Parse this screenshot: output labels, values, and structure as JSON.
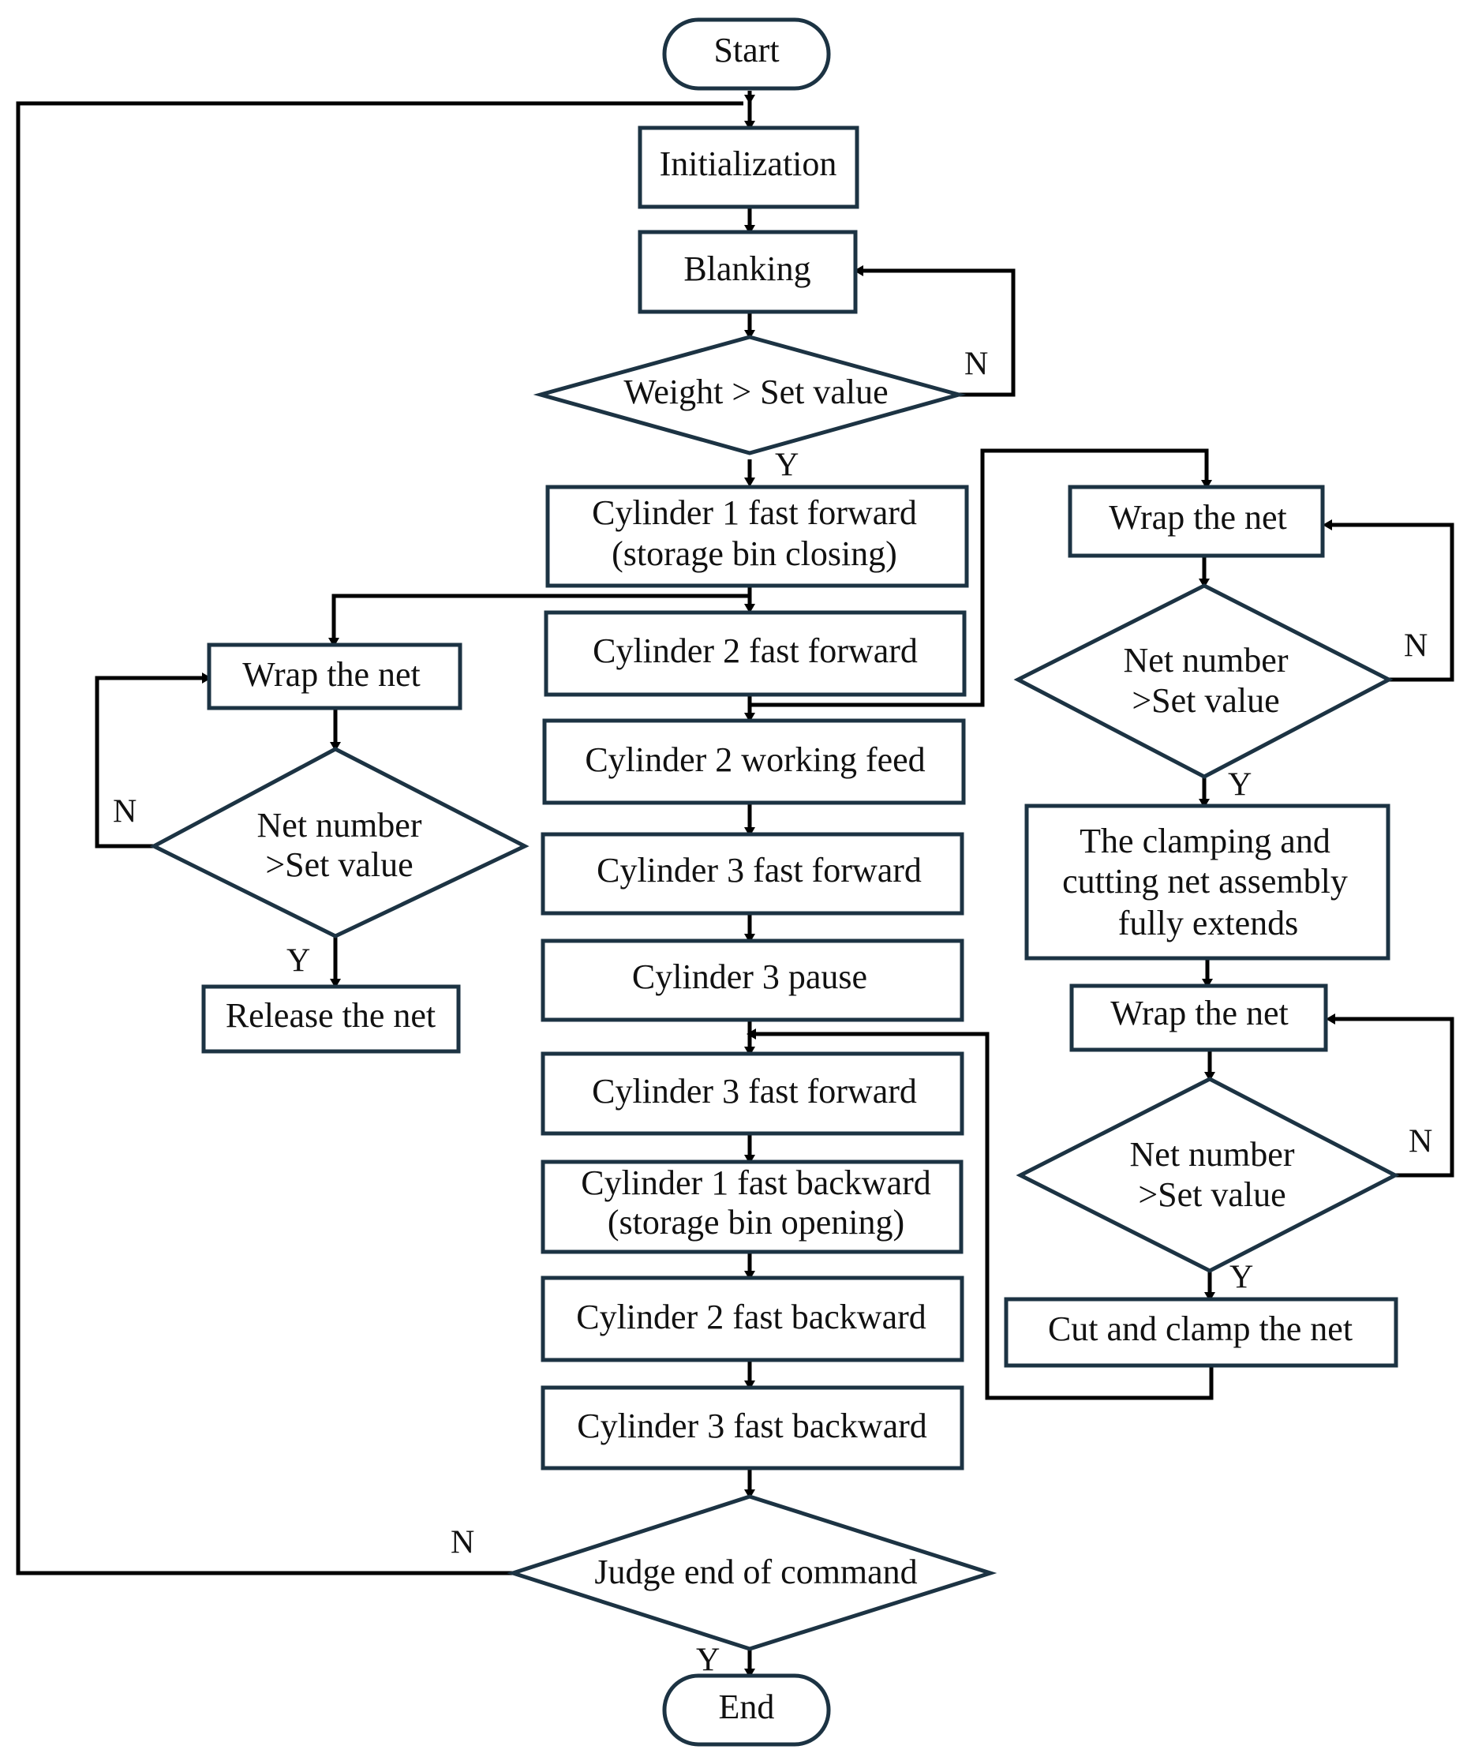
{
  "nodes": {
    "start": "Start",
    "initialization": "Initialization",
    "blanking": "Blanking",
    "weight_check": "Weight > Set value",
    "cyl1_forward_l1": "Cylinder 1 fast forward",
    "cyl1_forward_l2": "(storage bin closing)",
    "cyl2_forward": "Cylinder 2 fast forward",
    "cyl2_feed": "Cylinder 2 working feed",
    "cyl3_forward_a": "Cylinder 3 fast forward",
    "cyl3_pause": "Cylinder 3 pause",
    "cyl3_forward_b": "Cylinder 3 fast forward",
    "cyl1_backward_l1": "Cylinder 1 fast backward",
    "cyl1_backward_l2": "(storage bin opening)",
    "cyl2_backward": "Cylinder 2 fast backward",
    "cyl3_backward": "Cylinder 3 fast backward",
    "judge_end": "Judge end of command",
    "end": "End",
    "left_wrap": "Wrap the net",
    "left_net_check_l1": "Net number",
    "left_net_check_l2": ">Set value",
    "release_net": "Release the net",
    "right_wrap_a": "Wrap the net",
    "right_net_check_a_l1": "Net number",
    "right_net_check_a_l2": ">Set value",
    "clamp_assembly_l1": "The clamping and",
    "clamp_assembly_l2": "cutting net assembly",
    "clamp_assembly_l3": "fully extends",
    "right_wrap_b": "Wrap the net",
    "right_net_check_b_l1": "Net number",
    "right_net_check_b_l2": ">Set value",
    "cut_clamp": "Cut and clamp the net"
  },
  "branch_labels": {
    "weight_no": "N",
    "weight_yes": "Y",
    "left_no": "N",
    "left_yes": "Y",
    "right_a_no": "N",
    "right_a_yes": "Y",
    "right_b_no": "N",
    "right_b_yes": "Y",
    "judge_no": "N",
    "judge_yes": "Y"
  },
  "colors": {
    "shape_stroke": "#1c3343",
    "connector": "#000000",
    "text": "#111111"
  }
}
